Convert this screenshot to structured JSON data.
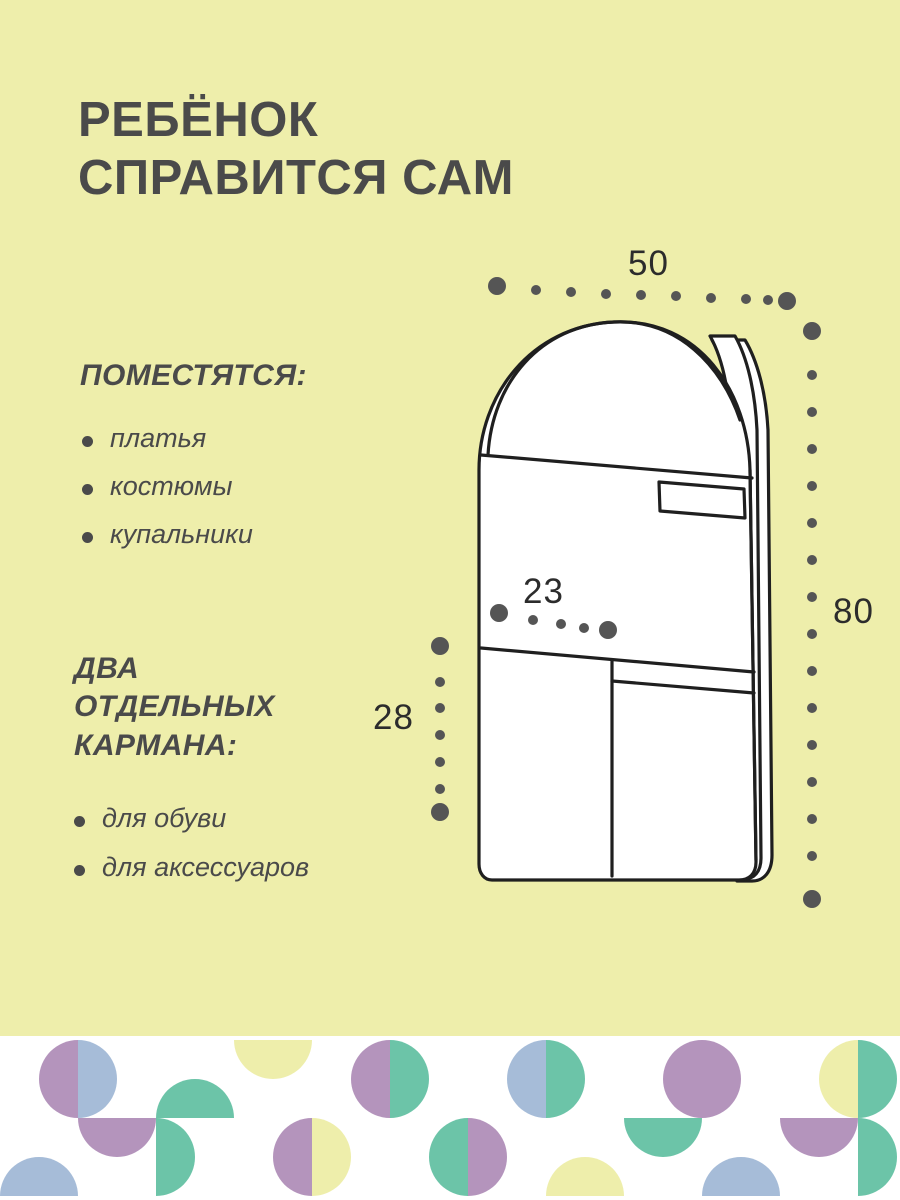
{
  "colors": {
    "background": "#eeeeab",
    "text": "#4a4a4a",
    "dim_text": "#2c2c2c",
    "dot": "#555555",
    "outline": "#1f1f1f",
    "bag_fill": "#ffffff",
    "pattern_bg": "#ffffff",
    "pattern_purple": "#b494bc",
    "pattern_blue": "#a6bcd8",
    "pattern_green": "#6cc4a8",
    "pattern_yellow": "#eeeeab"
  },
  "headline": {
    "line1": "РЕБЁНОК",
    "line2": "СПРАВИТСЯ САМ"
  },
  "fits": {
    "heading": "ПОМЕСТЯТСЯ:",
    "items": [
      "платья",
      "костюмы",
      "купальники"
    ]
  },
  "pockets": {
    "heading_line1": "ДВА",
    "heading_line2": "ОТДЕЛЬНЫХ",
    "heading_line3": "КАРМАНА:",
    "items": [
      "для обуви",
      "для аксессуаров"
    ]
  },
  "dimensions": {
    "width_top": "50",
    "height_right": "80",
    "pocket_width": "23",
    "pocket_height": "28"
  },
  "illustration": {
    "name": "garment-storage-bag",
    "description": "Arched garment organiser bag with side gusset, top flap seam, small tag and two lower pockets"
  },
  "pattern": {
    "name": "half-circle-geometric-band",
    "cell_size": 78,
    "rows": 2,
    "cols": 12,
    "cells": [
      [
        {
          "shape": "half-right",
          "color": "purple"
        },
        {
          "shape": "half-left",
          "color": "blue"
        },
        {
          "shape": "half-bottom",
          "color": "green"
        },
        {
          "shape": "half-top",
          "color": "yellow"
        },
        {
          "shape": "half-right",
          "color": "purple"
        },
        {
          "shape": "half-left",
          "color": "green"
        },
        {
          "shape": "half-right",
          "color": "blue"
        },
        {
          "shape": "half-left",
          "color": "green"
        },
        {
          "shape": "half-right",
          "color": "purple"
        },
        {
          "shape": "half-left",
          "color": "purple"
        },
        {
          "shape": "half-right",
          "color": "yellow"
        },
        {
          "shape": "half-left",
          "color": "green"
        }
      ],
      [
        {
          "shape": "half-bottom",
          "color": "blue"
        },
        {
          "shape": "half-top",
          "color": "purple"
        },
        {
          "shape": "half-left",
          "color": "green"
        },
        {
          "shape": "half-right",
          "color": "purple"
        },
        {
          "shape": "half-left",
          "color": "yellow"
        },
        {
          "shape": "half-right",
          "color": "green"
        },
        {
          "shape": "half-left",
          "color": "purple"
        },
        {
          "shape": "half-bottom",
          "color": "yellow"
        },
        {
          "shape": "half-top",
          "color": "green"
        },
        {
          "shape": "half-bottom",
          "color": "blue"
        },
        {
          "shape": "half-top",
          "color": "purple"
        },
        {
          "shape": "half-left",
          "color": "green"
        }
      ]
    ]
  }
}
